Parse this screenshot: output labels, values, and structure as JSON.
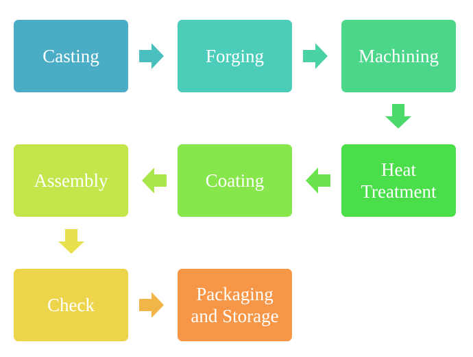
{
  "steps": [
    {
      "label": "Casting",
      "color": "#4BACC6"
    },
    {
      "label": "Forging",
      "color": "#4BCDB9"
    },
    {
      "label": "Machining",
      "color": "#4BD68A"
    },
    {
      "label": "Heat Treatment",
      "color": "#4BDE4B"
    },
    {
      "label": "Coating",
      "color": "#86E64B"
    },
    {
      "label": "Assembly",
      "color": "#C2E64B"
    },
    {
      "label": "Check",
      "color": "#EDD54B"
    },
    {
      "label": "Packaging and Storage",
      "color": "#F79646"
    }
  ],
  "arrows": [
    {
      "direction": "right",
      "color": "#4BBFC0"
    },
    {
      "direction": "right",
      "color": "#4BD2A3"
    },
    {
      "direction": "down",
      "color": "#4BDA6A"
    },
    {
      "direction": "left",
      "color": "#6AE24B"
    },
    {
      "direction": "left",
      "color": "#A6E64B"
    },
    {
      "direction": "down",
      "color": "#E5E04B"
    },
    {
      "direction": "right",
      "color": "#F2B548"
    }
  ]
}
